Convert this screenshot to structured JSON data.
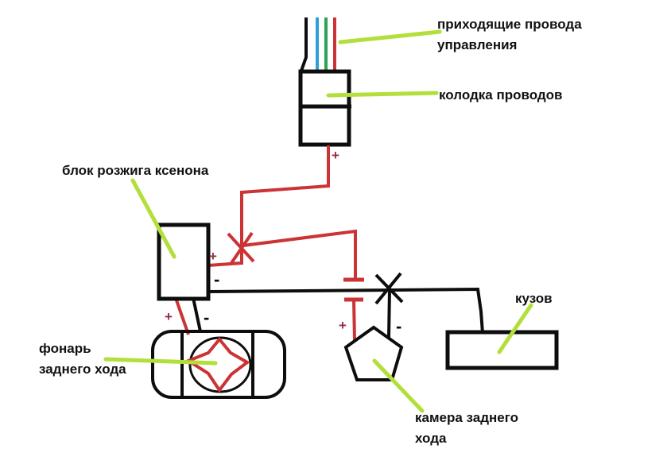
{
  "diagram": {
    "labels": {
      "incoming_wires": {
        "line1": "приходящие провода",
        "line2": "управления"
      },
      "wire_block": "колодка проводов",
      "xenon_ignition_block": "блок розжига ксенона",
      "reverse_light": {
        "line1": "фонарь",
        "line2": "заднего хода"
      },
      "body": "кузов",
      "reverse_camera": {
        "line1": "камера заднего",
        "line2": "хода"
      }
    },
    "polarity_marks": {
      "connector_plus": "+",
      "xenon_plus": "+",
      "xenon_minus": "-",
      "lamp_plus": "+",
      "lamp_minus": "-",
      "camera_plus": "+",
      "camera_minus": "-"
    },
    "colors": {
      "wire_black": "#0d0d0d",
      "wire_red": "#cb3335",
      "wire_blue": "#2d9fd8",
      "wire_green": "#2fa156",
      "annotation_green": "#b2df3a",
      "plus_mark": "#952d44",
      "background": "#ffffff"
    }
  }
}
